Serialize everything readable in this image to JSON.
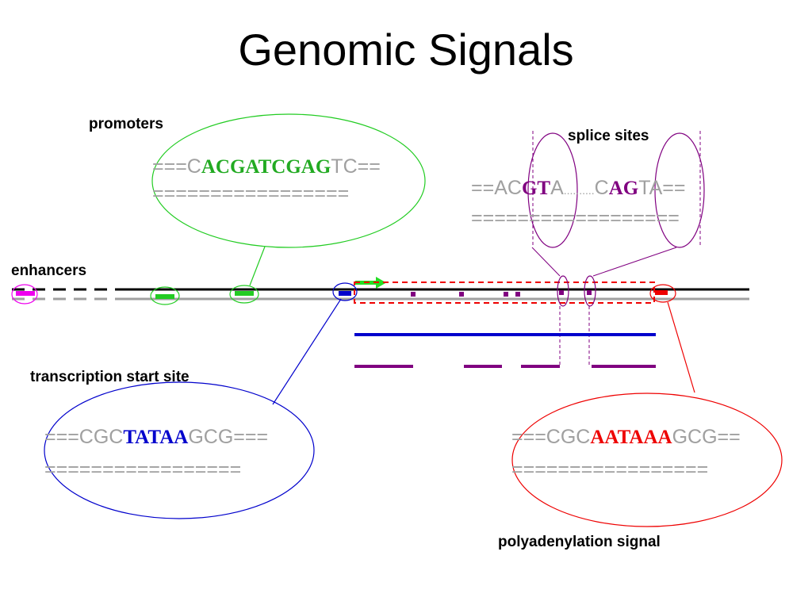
{
  "title": "Genomic Signals",
  "labels": {
    "promoters": "promoters",
    "splice_sites": "splice sites",
    "enhancers": "enhancers",
    "tss": "transcription start site",
    "polya": "polyadenylation signal"
  },
  "colors": {
    "promoter": "#22cc22",
    "tss": "#0000cc",
    "splice": "#800080",
    "polya": "#ee0000",
    "enhancer": "#ee00ee",
    "sequence_gray": "#a0a0a0",
    "arrow": "#22dd22"
  },
  "promoter_seq": {
    "pre": "===C",
    "hl": "ACGATCGAG",
    "post": "TC==",
    "bottom": "================="
  },
  "splice_seq": {
    "pre": "==AC",
    "hl1": "GT",
    "mid": "A",
    "dots": "..........",
    "pre2": "C",
    "hl2": "AG",
    "post": "TA==",
    "bottom": "=================="
  },
  "tss_seq": {
    "pre": "===CGC",
    "hl": "TATAA",
    "post": "GCG===",
    "bottom": "================="
  },
  "polya_seq": {
    "pre": "===CGC",
    "hl": "AATAAA",
    "post": "GCG==",
    "bottom": "================="
  }
}
